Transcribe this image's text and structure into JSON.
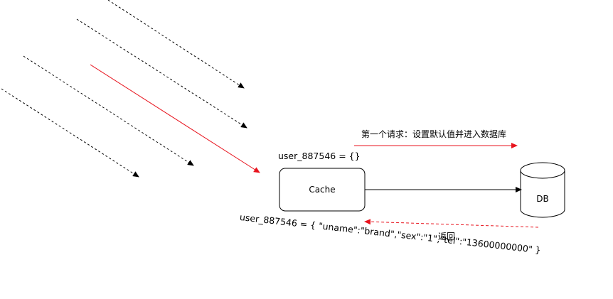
{
  "nodes": {
    "cache": {
      "label": "Cache"
    },
    "db": {
      "label": "DB"
    }
  },
  "labels": {
    "empty_value": "user_887546 = {}",
    "first_request": "第一个请求：设置默认值并进入数据库",
    "return": "返回",
    "filled_value": "user_887546 = { \"uname\":\"brand\",\"sex\":\"1\",\"tel\":\"13600000000\" }"
  },
  "colors": {
    "black": "#000000",
    "red": "#e8131d"
  }
}
